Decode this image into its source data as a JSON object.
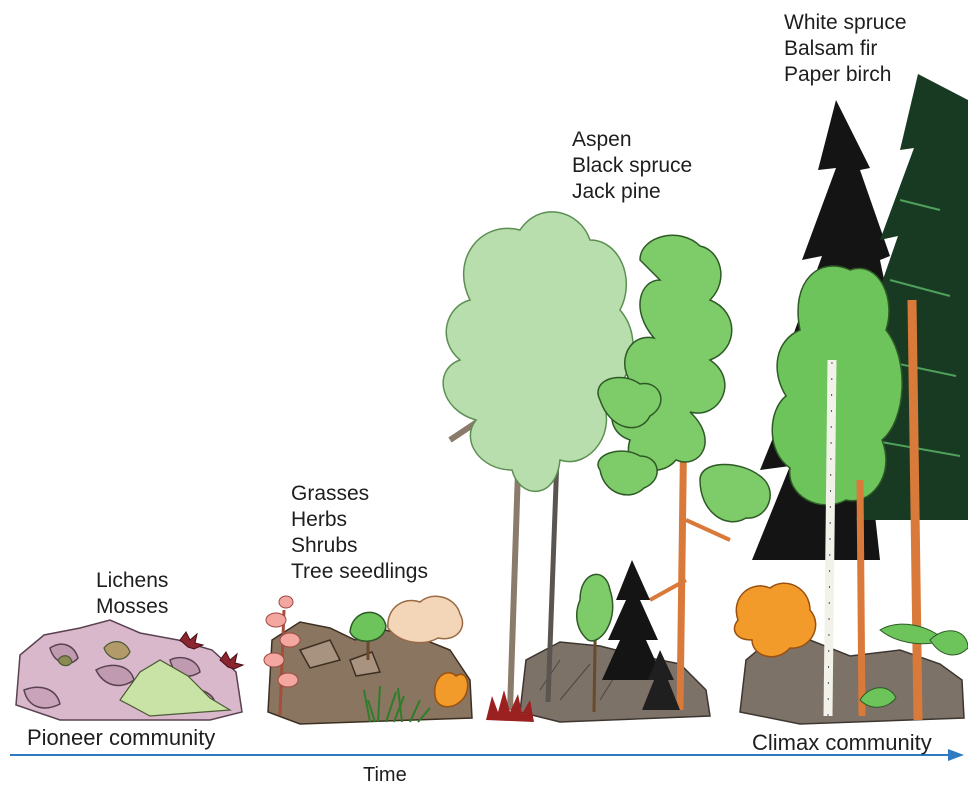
{
  "stages": [
    {
      "species": [
        "Lichens",
        "Mosses"
      ]
    },
    {
      "species": [
        "Grasses",
        "Herbs",
        "Shrubs",
        "Tree seedlings"
      ]
    },
    {
      "species": [
        "Aspen",
        "Black spruce",
        "Jack pine"
      ]
    },
    {
      "species": [
        "White spruce",
        "Balsam fir",
        "Paper birch"
      ]
    }
  ],
  "labels": {
    "start": "Pioneer community",
    "end": "Climax community",
    "axis": "Time"
  },
  "colors": {
    "rock_pink": "#d9b8cc",
    "rock_brown": "#8a7560",
    "lichen_green": "#c9e3a6",
    "aspen_green": "#b9deae",
    "pine_green": "#7ecb6a",
    "birch_green": "#6cc45a",
    "fir_dark": "#1a1a1a",
    "spruce_dark": "#183a22",
    "trunk_orange": "#d97a3a",
    "autumn_orange": "#f29a2a",
    "arrow_blue": "#2f7bc2"
  }
}
